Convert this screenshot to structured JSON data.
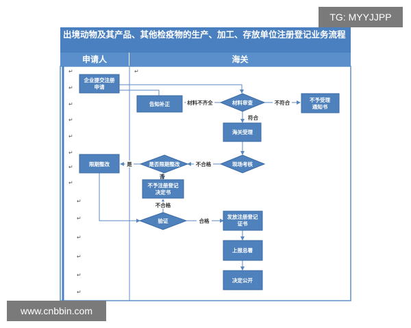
{
  "watermark_tl": "TG: MYYJJPP",
  "watermark_bl": "www.cnbbin.com",
  "title": "出境动物及其产品、其他检疫物的生产、加工、存放单位注册登记业务流程",
  "columns": {
    "applicant": "申请人",
    "customs": "海关"
  },
  "nodes": {
    "submit": [
      "企业提交注册",
      "申请"
    ],
    "notify": "告知补正",
    "review": "材料审查",
    "reject_notice": [
      "不予受理",
      "通知书"
    ],
    "accept": "海关受理",
    "deadline_fix": "限期整改",
    "is_deadline_fix": "是否限期整改",
    "site_check": "现场考核",
    "no_register": [
      "不予注册登记",
      "决定书"
    ],
    "verify": "验证",
    "issue_cert": [
      "发放注册登记",
      "证书"
    ],
    "report": "上报总署",
    "publish": "决定公开"
  },
  "edges": {
    "incomplete": "材料不齐全",
    "not_conform": "不符合",
    "conform": "符合",
    "unqualified": "不合格",
    "yes": "是",
    "no": "否",
    "unqualified2": "不合格",
    "qualified": "合格"
  },
  "colors": {
    "lane_header": "#5a8fcc",
    "title_bar": "#4a7fc0",
    "node": "#4f81bd",
    "node_border": "#3a6aa5",
    "arrow": "#5b87c0"
  }
}
